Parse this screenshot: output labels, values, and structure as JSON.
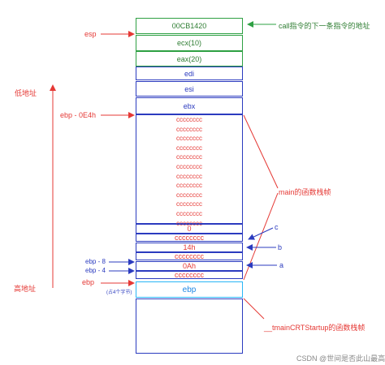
{
  "stack": {
    "ret_addr": "00CB1420",
    "ecx": "ecx(10)",
    "eax": "eax(20)",
    "edi": "edi",
    "esi": "esi",
    "ebx": "ebx",
    "fill": "cccccccc",
    "val_0": "0",
    "val_14h": "14h",
    "val_0Ah": "0Ah",
    "ebp": "ebp"
  },
  "labels": {
    "call_next": "call指令的下一条指令的地址",
    "esp": "esp",
    "low_addr": "低地址",
    "ebp_0e4h": "ebp - 0E4h",
    "main_frame": "main的函数栈帧",
    "c": "c",
    "b": "b",
    "a": "a",
    "ebp_8": "ebp - 8",
    "ebp_4": "ebp - 4",
    "high_addr": "高地址",
    "ebp": "ebp",
    "four_bytes": "(占4个字节)",
    "tmain_frame": "__tmainCRTStartup的函数栈帧",
    "watermark": "CSDN @世间是否此山最高"
  },
  "colors": {
    "green": "#2ea043",
    "blue": "#2b3bbf",
    "red": "#e53935",
    "cyan": "#29b6f6"
  }
}
